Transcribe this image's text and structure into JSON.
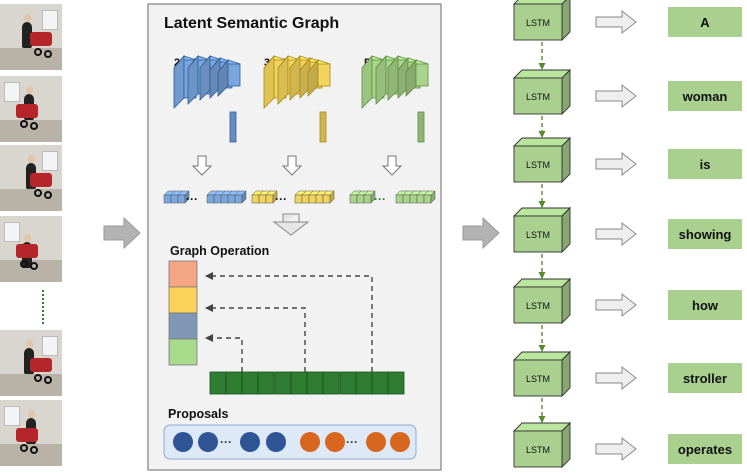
{
  "panel": {
    "title": "Latent Semantic Graph",
    "cnn_labels": [
      "2D CNN",
      "3D CNN",
      "R-CNN"
    ],
    "cnn_colors": [
      "#7aa6de",
      "#f2d45c",
      "#a9d48c"
    ],
    "cnn_edge_colors": [
      "#2f5d9a",
      "#a88a16",
      "#5d8f3c"
    ],
    "graph_op_label": "Graph Operation",
    "proposals_label": "Proposals",
    "dots": "···"
  },
  "graph_cells": [
    "#f4a582",
    "#fdd25a",
    "#7f97b4",
    "#a9d98a"
  ],
  "node_color": "#2e7d32",
  "proposal_colors": {
    "blue": "#2f5597",
    "orange": "#d9661f"
  },
  "lstm_label": "LSTM",
  "lstm_color": "#a9d08e",
  "words": [
    "A",
    "woman",
    "is",
    "showing",
    "how",
    "stroller",
    "operates"
  ],
  "word_bg": "#a9d08e",
  "arrow_color": "#9e9e9e"
}
